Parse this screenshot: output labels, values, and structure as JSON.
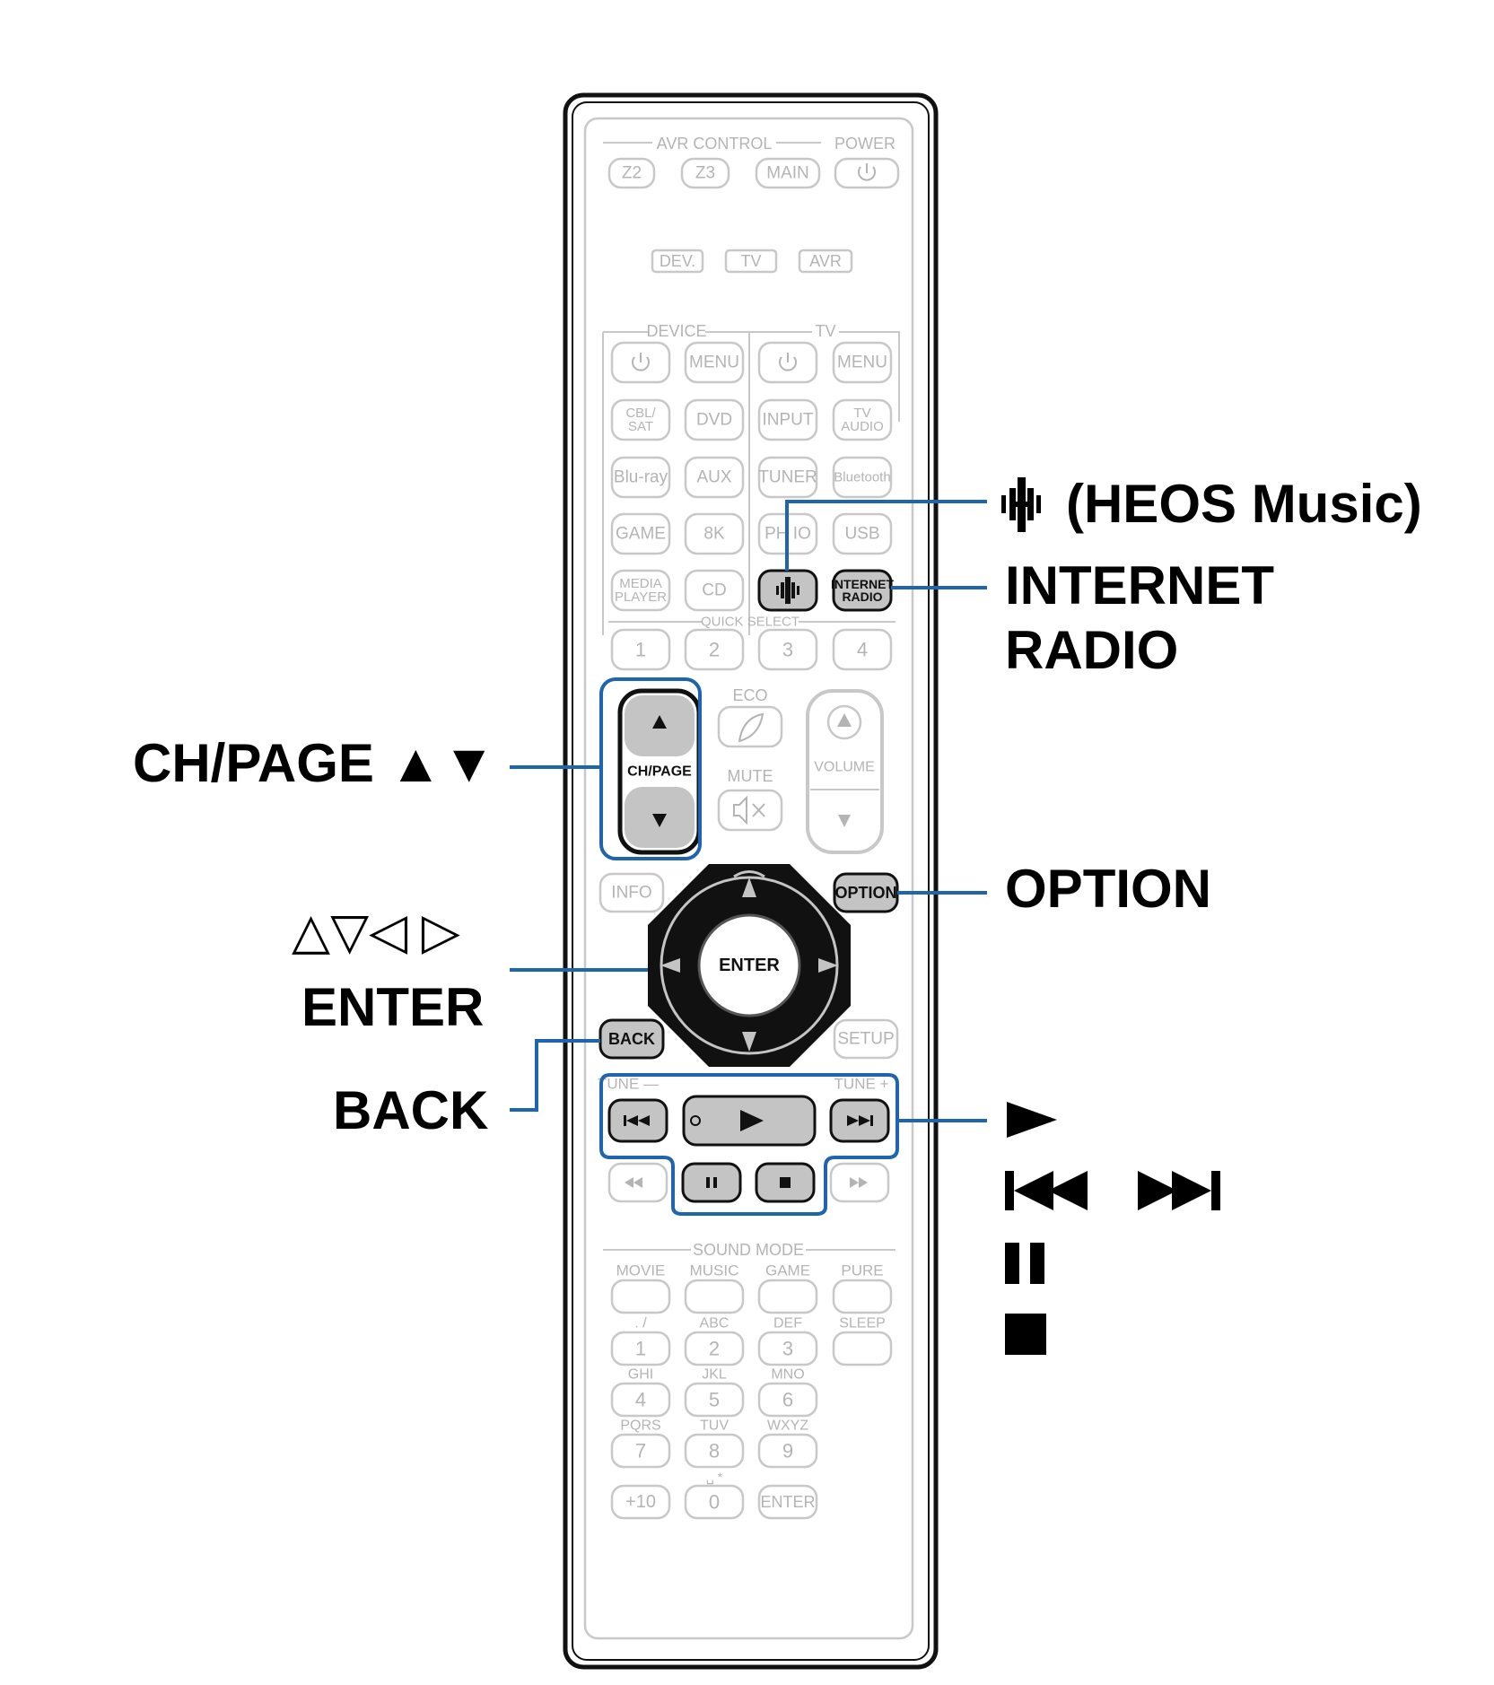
{
  "colors": {
    "callout_line": "#1e64ae",
    "active_key_fill": "#c4c4c4",
    "inactive_key_stroke": "#c8c8c8",
    "inactive_text": "#b4b4b4",
    "body_stroke": "#111111",
    "text_dark": "#111111"
  },
  "remote": {
    "avr_control_label": "AVR CONTROL",
    "power_label": "POWER",
    "z2": "Z2",
    "z3": "Z3",
    "main": "MAIN",
    "dev": "DEV.",
    "tv": "TV",
    "avr": "AVR",
    "device_label": "DEVICE",
    "tv_label": "TV",
    "menu": "MENU",
    "cbl_sat": [
      "CBL/",
      "SAT"
    ],
    "dvd": "DVD",
    "input": "INPUT",
    "tv_audio": [
      "TV",
      "AUDIO"
    ],
    "bluray": "Blu-ray",
    "aux": "AUX",
    "tuner": "TUNER",
    "bluetooth": "Bluetooth",
    "game": "GAME",
    "k8": "8K",
    "phono": "PH   IO",
    "usb": "USB",
    "media_player": [
      "MEDIA",
      "PLAYER"
    ],
    "cd": "CD",
    "internet_radio_key": [
      "INTERNET",
      "RADIO"
    ],
    "quick_select_label": "QUICK SELECT",
    "quick_select_keys": [
      "1",
      "2",
      "3",
      "4"
    ],
    "eco_label": "ECO",
    "chpage_key": "CH/PAGE",
    "mute_label": "MUTE",
    "volume_label": "VOLUME",
    "info": "INFO",
    "option": "OPTION",
    "enter": "ENTER",
    "back": "BACK",
    "setup": "SETUP",
    "tune_minus": "TUNE —",
    "tune_plus": "TUNE +",
    "sound_mode_label": "SOUND MODE",
    "sound_modes": [
      "MOVIE",
      "MUSIC",
      "GAME",
      "PURE"
    ],
    "sleep": "SLEEP",
    "letters_row1": [
      ".  /",
      "ABC",
      "DEF"
    ],
    "letters_row2": [
      "GHI",
      "JKL",
      "MNO"
    ],
    "letters_row3": [
      "PQRS",
      "TUV",
      "WXYZ"
    ],
    "digits_row1": [
      "1",
      "2",
      "3"
    ],
    "digits_row2": [
      "4",
      "5",
      "6"
    ],
    "digits_row3": [
      "7",
      "8",
      "9"
    ],
    "zero_sub": "␣  *",
    "plus10": "+10",
    "zero": "0",
    "enter_small": "ENTER"
  },
  "callouts": {
    "heos": "(HEOS Music)",
    "internet_radio": [
      "INTERNET",
      "RADIO"
    ],
    "chpage": "CH/PAGE ▲▼",
    "arrows": "△▽◁ ▷",
    "enter": "ENTER",
    "option": "OPTION",
    "back": "BACK"
  }
}
